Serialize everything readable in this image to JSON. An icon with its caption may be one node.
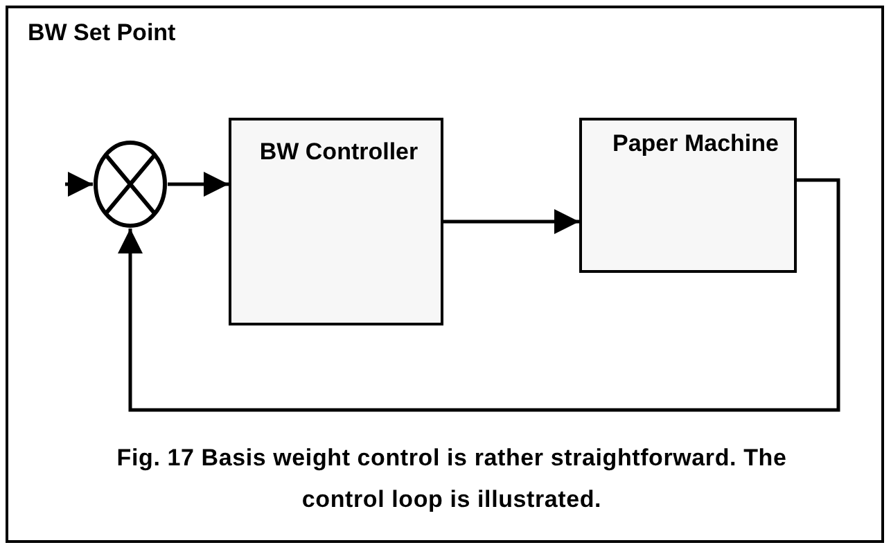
{
  "diagram": {
    "caption": "Fig. 17 Basis weight control is rather straightforward. The control loop is illustrated.",
    "nodes": [
      {
        "text": [],
        "shape": "circle"
      },
      {
        "text": [
          "BW Controller"
        ]
      },
      {
        "text": [
          "Paper Machine"
        ]
      }
    ],
    "edges": [
      {
        "from": null,
        "to": 0,
        "arrow": "to"
      },
      {
        "from": 0,
        "to": 1,
        "arrow": "to"
      },
      {
        "from": 1,
        "to": 2,
        "arrow": "to"
      },
      {
        "from": 2,
        "to": 0,
        "arrow": "to"
      }
    ],
    "labels": [
      "BW Set Point"
    ]
  }
}
